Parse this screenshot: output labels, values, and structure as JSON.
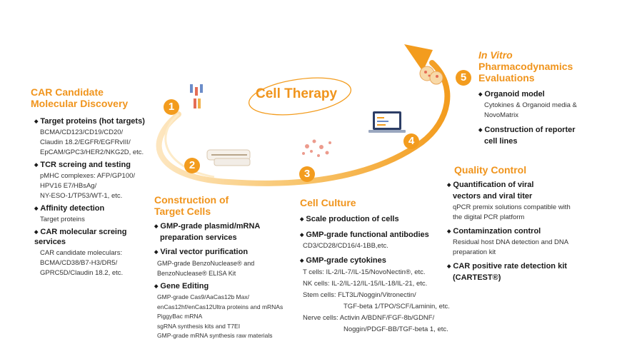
{
  "center_title": "Cell Therapy",
  "steps": [
    "1",
    "2",
    "3",
    "4",
    "5"
  ],
  "colors": {
    "accent": "#f39c1e",
    "title": "#f0941c",
    "text": "#333333"
  },
  "s1": {
    "title": [
      "CAR Candidate",
      "Molecular Discovery"
    ],
    "items": [
      {
        "head": "Target proteins (hot targets)",
        "lines": [
          "BCMA/CD123/CD19/CD20/",
          "Claudin 18.2/EGFR/EGFRvIII/",
          "EpCAM/GPC3/HER2/NKG2D, etc."
        ]
      },
      {
        "head": "TCR screing and testing",
        "lines": [
          "pMHC complexes: AFP/GP100/",
          "HPV16 E7/HBsAg/",
          "NY-ESO-1/TP53/WT-1, etc."
        ]
      },
      {
        "head": "Affinity detection",
        "lines": [
          "Target proteins"
        ]
      },
      {
        "head": "CAR molecular screing services",
        "head_lines": [
          "CAR molecular screing",
          "services"
        ],
        "lines": [
          "CAR candidate moleculars:",
          "BCMA/CD38/B7-H3/DR5/",
          "GPRC5D/Claudin 18.2, etc."
        ]
      }
    ]
  },
  "s2": {
    "title": [
      "Construction of",
      "Target Cells"
    ],
    "items": [
      {
        "head_lines": [
          "GMP-grade plasmid/mRNA",
          "preparation services"
        ],
        "lines": []
      },
      {
        "head_lines": [
          "Viral vector purification"
        ],
        "lines": [
          "GMP-grade BenzoNuclease® and",
          "BenzoNuclease® ELISA Kit"
        ]
      },
      {
        "head_lines": [
          "Gene Editing"
        ],
        "lines": [
          "GMP-grade Cas9/AaCas12b Max/",
          "enCas12hf/enCas12Ultra proteins and mRNAs",
          "PiggyBac mRNA",
          "sgRNA synthesis kits and T7EI",
          "GMP-grade mRNA synthesis raw materials"
        ]
      }
    ]
  },
  "s3": {
    "title": [
      "Cell Culture"
    ],
    "items": [
      {
        "head_lines": [
          "Scale production of cells"
        ],
        "lines": []
      },
      {
        "head_lines": [
          "GMP-grade functional antibodies"
        ],
        "lines": [
          "CD3/CD28/CD16/4-1BB,etc."
        ]
      },
      {
        "head_lines": [
          "GMP-grade cytokines"
        ],
        "lines": [
          "T cells: IL-2/IL-7/IL-15/NovoNectin®, etc.",
          "NK cells: IL-2/IL-12/IL-15/IL-18/IL-21, etc.",
          "Stem cells: FLT3L/Noggin/Vitronectin/",
          "TGF-beta 1/TPO/SCF/Laminin, etc.",
          "Nerve cells: Activin A/BDNF/FGF-8b/GDNF/",
          "Noggin/PDGF-BB/TGF-beta 1, etc."
        ]
      }
    ]
  },
  "s4": {
    "title": [
      "Quality Control"
    ],
    "items": [
      {
        "head_lines": [
          "Quantification of viral",
          "vectors and viral titer"
        ],
        "lines": [
          "qPCR premix solutions compatible with",
          "the digital PCR platform"
        ]
      },
      {
        "head_lines": [
          "Contaminzation control"
        ],
        "lines": [
          "Residual host DNA detection and DNA",
          "preparation kit"
        ]
      },
      {
        "head_lines": [
          "CAR positive rate detection kit",
          "(CARTEST®)"
        ],
        "lines": []
      }
    ]
  },
  "s5": {
    "title": [
      "In Vitro",
      "Pharmacodynamics",
      "Evaluations"
    ],
    "items": [
      {
        "head_lines": [
          "Organoid model"
        ],
        "lines": [
          "Cytokines & Organoid media &",
          "NovoMatrix"
        ]
      },
      {
        "head_lines": [
          "Construction of reporter",
          "cell lines"
        ],
        "lines": []
      }
    ]
  }
}
